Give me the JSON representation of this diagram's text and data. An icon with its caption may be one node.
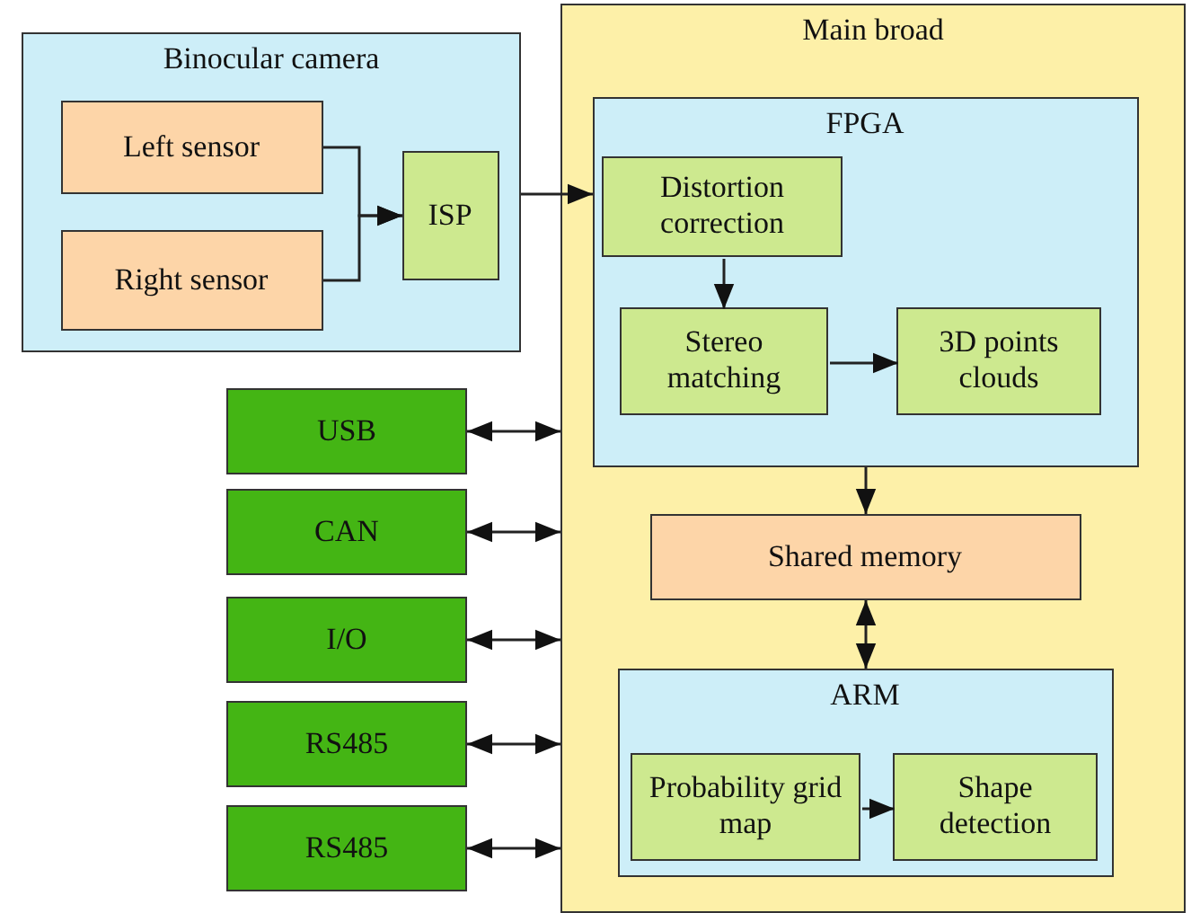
{
  "diagram": {
    "nodes": [
      {
        "text": [
          "Binocular camera"
        ]
      },
      {
        "text": [
          "Left sensor"
        ],
        "in": 0
      },
      {
        "text": [
          "Right sensor"
        ],
        "in": 0
      },
      {
        "text": [
          "ISP"
        ],
        "in": 0
      },
      {
        "text": [
          "Main broad"
        ]
      },
      {
        "text": [
          "FPGA"
        ],
        "in": 4
      },
      {
        "text": [
          "Distortion correction"
        ],
        "in": 5
      },
      {
        "text": [
          "Stereo matching"
        ],
        "in": 5
      },
      {
        "text": [
          "3D points clouds"
        ],
        "in": 5
      },
      {
        "text": [
          "Shared memory"
        ],
        "in": 4
      },
      {
        "text": [
          "ARM"
        ],
        "in": 4
      },
      {
        "text": [
          "Probability grid map"
        ],
        "in": 10
      },
      {
        "text": [
          "Shape detection"
        ],
        "in": 10
      },
      {
        "text": [
          "USB"
        ]
      },
      {
        "text": [
          "CAN"
        ]
      },
      {
        "text": [
          "I/O"
        ]
      },
      {
        "text": [
          "RS485"
        ]
      },
      {
        "text": [
          "RS485"
        ]
      }
    ],
    "edges": [
      {
        "from": 1,
        "to": 3,
        "arrow": "to"
      },
      {
        "from": 2,
        "to": 3,
        "arrow": "to"
      },
      {
        "from": 0,
        "to": 5,
        "arrow": "to"
      },
      {
        "from": 6,
        "to": 7,
        "arrow": "to"
      },
      {
        "from": 7,
        "to": 8,
        "arrow": "to"
      },
      {
        "from": 5,
        "to": 9,
        "arrow": "to"
      },
      {
        "from": 9,
        "to": 10,
        "arrow": "both"
      },
      {
        "from": 11,
        "to": 12,
        "arrow": "to"
      },
      {
        "from": 13,
        "to": 4,
        "arrow": "both"
      },
      {
        "from": 14,
        "to": 4,
        "arrow": "both"
      },
      {
        "from": 15,
        "to": 4,
        "arrow": "both"
      },
      {
        "from": 16,
        "to": 4,
        "arrow": "both"
      },
      {
        "from": 17,
        "to": 4,
        "arrow": "both"
      }
    ]
  }
}
